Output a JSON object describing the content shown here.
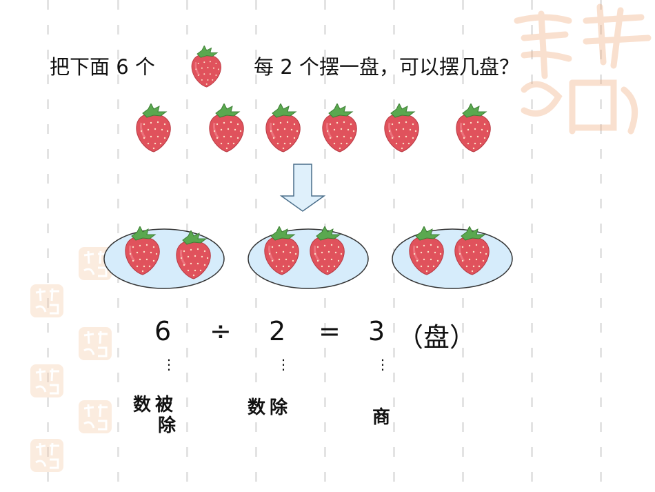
{
  "question": {
    "part1": "把下面 6 个",
    "part2": "每 2 个摆一盘，可以摆几盘？"
  },
  "icons": {
    "berry": "strawberry-icon",
    "arrow": "down-arrow-icon",
    "plate": "plate-icon",
    "seal": "decorative-seal-icon"
  },
  "equation": {
    "dividend": "6",
    "divide_sign": "÷",
    "divisor": "2",
    "equals": "=",
    "quotient": "3",
    "unit": "（盘）"
  },
  "labels": {
    "dividend_line1": "数被",
    "dividend_line2": "除",
    "divisor": "数除",
    "quotient": "商",
    "dots": "⋮"
  },
  "colors": {
    "berry": "#e0525c",
    "leaf": "#5aa84f",
    "plate_fill": "#d6ecfb",
    "plate_stroke": "#333333",
    "arrow_fill": "#dff0fb"
  }
}
